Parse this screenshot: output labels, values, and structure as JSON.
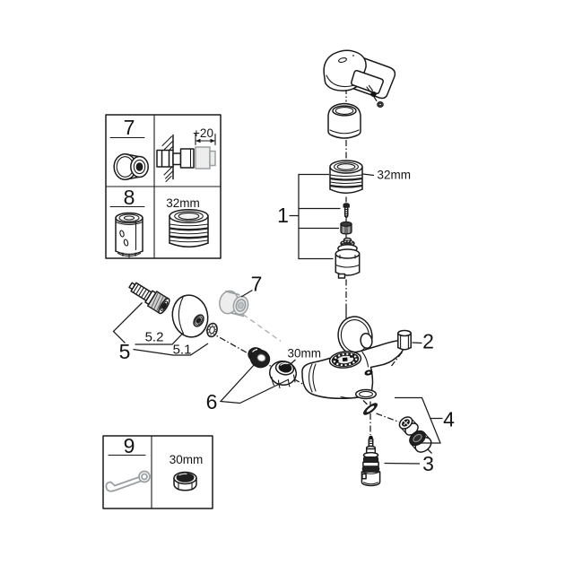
{
  "colors": {
    "ink": "#1a1a1a",
    "ghost_grey": "#9aa0a3",
    "dark_fill": "#1f1f1f",
    "paper": "#ffffff"
  },
  "inset_top": {
    "item7": "7",
    "plus20": "+20",
    "item8": "8",
    "ring_size": "32mm"
  },
  "inset_bottom": {
    "item9": "9",
    "nut_size": "30mm"
  },
  "main": {
    "callout_1": "1",
    "callout_2": "2",
    "callout_3": "3",
    "callout_4": "4",
    "callout_5": "5",
    "callout_5_1": "5.1",
    "callout_5_2": "5.2",
    "callout_6": "6",
    "callout_7": "7",
    "ring_size": "32mm",
    "union_nut_size": "30mm"
  }
}
